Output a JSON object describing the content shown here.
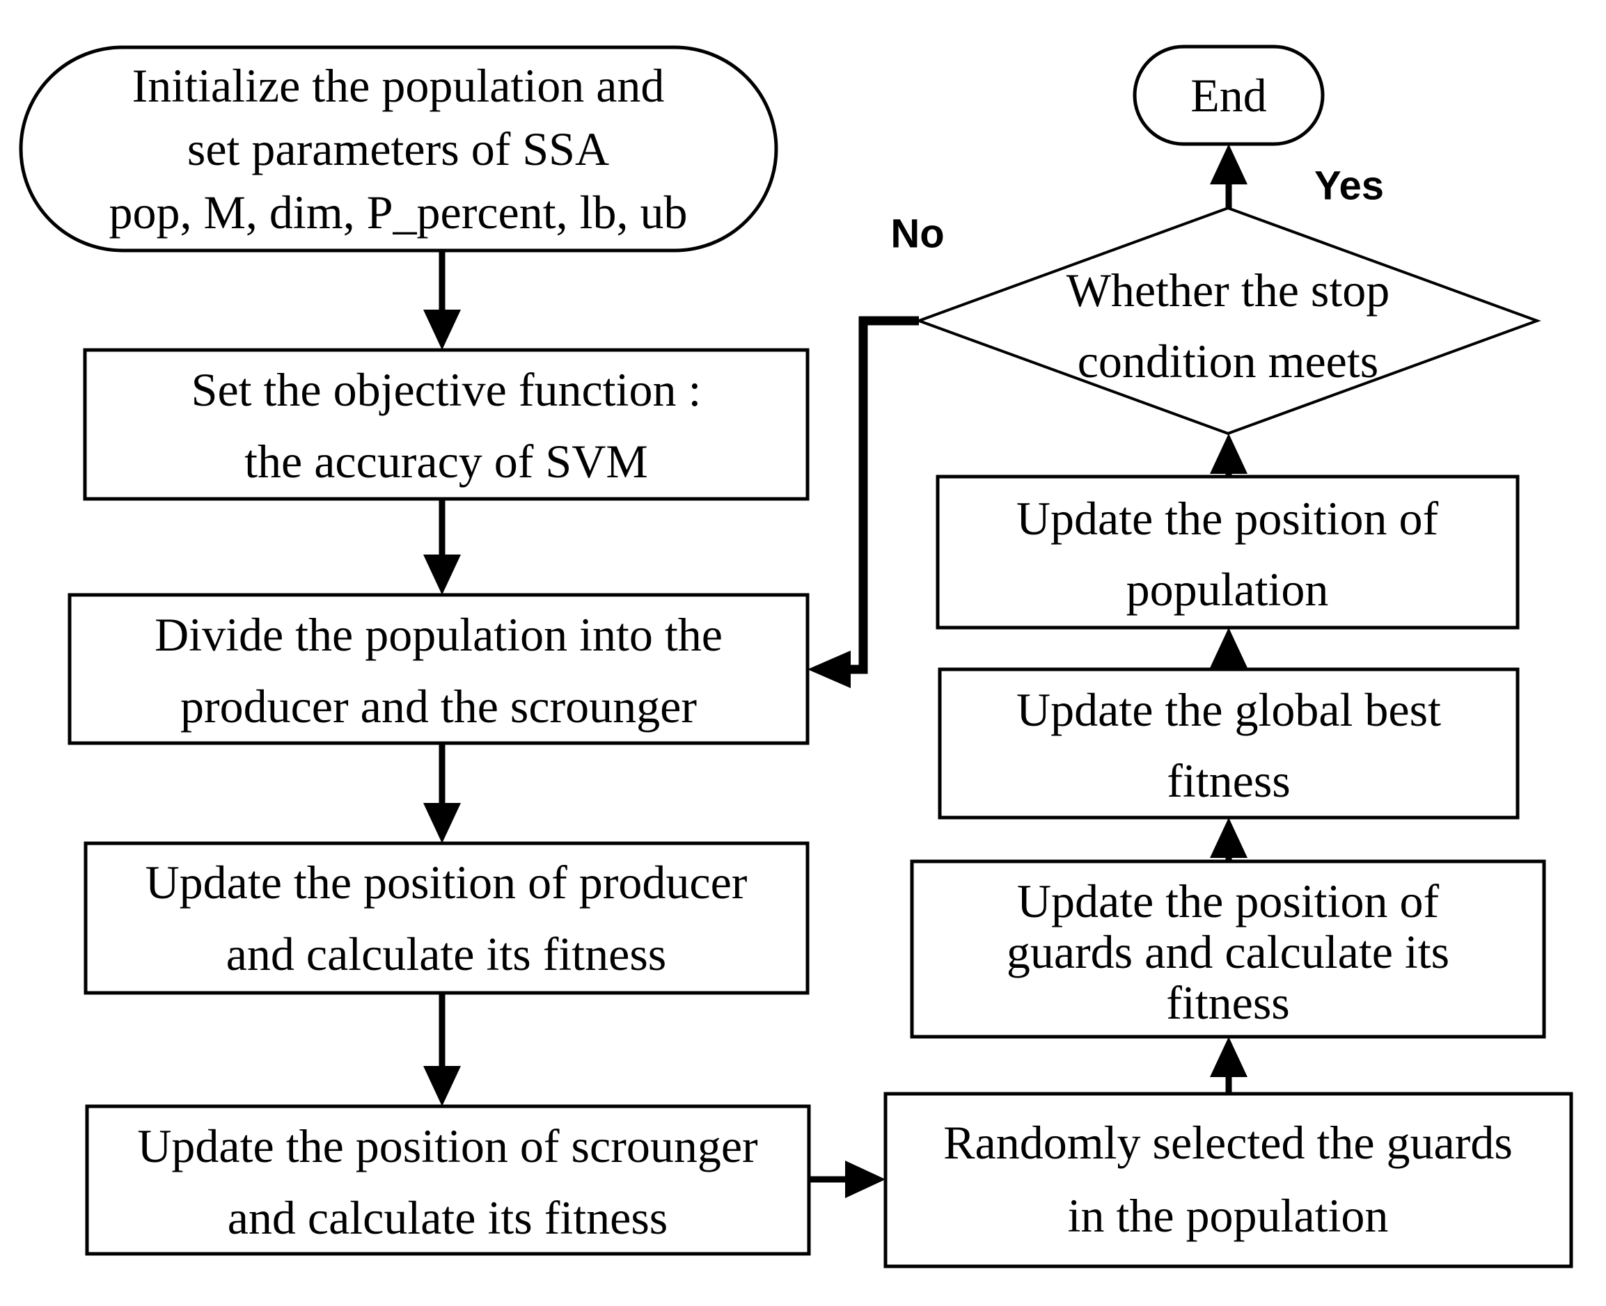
{
  "colors": {
    "stroke": "#000000",
    "text": "#000000",
    "background": "#ffffff"
  },
  "nodes": {
    "init": {
      "type": "terminator",
      "lines": [
        "Initialize the population and",
        "set parameters of SSA",
        "pop, M, dim, P_percent, lb, ub"
      ]
    },
    "objective": {
      "type": "process",
      "lines": [
        "Set the objective function :",
        "the accuracy of SVM"
      ]
    },
    "divide": {
      "type": "process",
      "lines": [
        "Divide the population into the",
        "producer and the scrounger"
      ]
    },
    "producer": {
      "type": "process",
      "lines": [
        "Update the position of producer",
        "and calculate its fitness"
      ]
    },
    "scrounger": {
      "type": "process",
      "lines": [
        "Update the position of scrounger",
        "and calculate its fitness"
      ]
    },
    "randomly": {
      "type": "process",
      "lines": [
        "Randomly selected the guards",
        "in the population"
      ]
    },
    "guards": {
      "type": "process",
      "lines": [
        "Update the position of",
        "guards and calculate its",
        "fitness"
      ]
    },
    "global_best": {
      "type": "process",
      "lines": [
        "Update the global best",
        "fitness"
      ]
    },
    "population": {
      "type": "process",
      "lines": [
        "Update the position of",
        "population"
      ]
    },
    "stop": {
      "type": "decision",
      "lines": [
        "Whether the stop",
        "condition meets"
      ]
    },
    "end": {
      "type": "terminator",
      "lines": [
        "End"
      ]
    }
  },
  "edge_labels": {
    "yes": "Yes",
    "no": "No"
  }
}
